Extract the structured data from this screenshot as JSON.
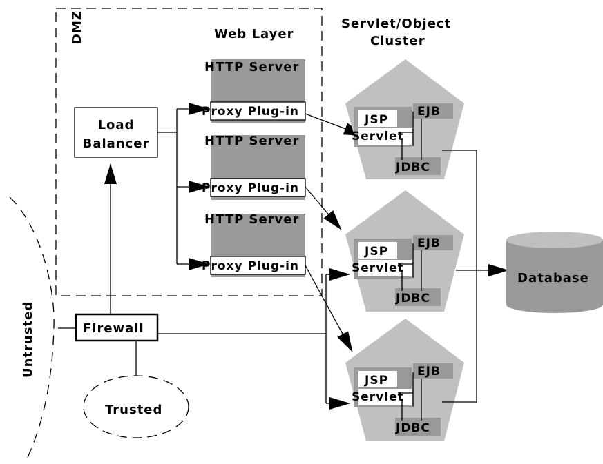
{
  "colors": {
    "node_fill": "#999999",
    "cluster_fill": "#c0c0c0",
    "background": "#ffffff",
    "line": "#000000"
  },
  "labels": {
    "dmz": "DMZ",
    "web_layer": "Web Layer",
    "cluster_title_1": "Servlet/Object",
    "cluster_title_2": "Cluster",
    "load_balancer_1": "Load",
    "load_balancer_2": "Balancer",
    "firewall": "Firewall",
    "trusted": "Trusted",
    "untrusted": "Untrusted",
    "database": "Database"
  },
  "http_servers": [
    {
      "title": "HTTP Server",
      "plugin": "Proxy Plug-in"
    },
    {
      "title": "HTTP Server",
      "plugin": "Proxy Plug-in"
    },
    {
      "title": "HTTP Server",
      "plugin": "Proxy Plug-in"
    }
  ],
  "cluster_nodes": [
    {
      "jsp": "JSP",
      "servlet": "Servlet",
      "ejb": "EJB",
      "jdbc": "JDBC"
    },
    {
      "jsp": "JSP",
      "servlet": "Servlet",
      "ejb": "EJB",
      "jdbc": "JDBC"
    },
    {
      "jsp": "JSP",
      "servlet": "Servlet",
      "ejb": "EJB",
      "jdbc": "JDBC"
    }
  ]
}
